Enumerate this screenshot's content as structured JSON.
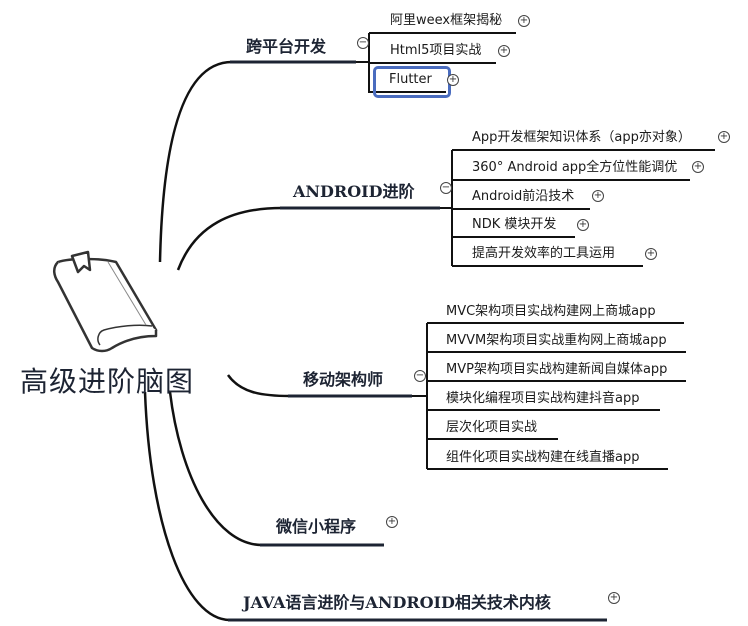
{
  "root": {
    "title": "高级进阶脑图",
    "icon": "book-icon"
  },
  "branches": [
    {
      "label": "跨平台开发",
      "state": "collapse",
      "children": [
        "阿里weex框架揭秘",
        "Html5项目实战",
        "Flutter"
      ]
    },
    {
      "label": "ANDROID进阶",
      "state": "collapse",
      "children": [
        "App开发框架知识体系（app亦对象）",
        "360° Android app全方位性能调优",
        "Android前沿技术",
        "NDK 模块开发",
        "提高开发效率的工具运用"
      ]
    },
    {
      "label": "移动架构师",
      "state": "collapse",
      "children": [
        "MVC架构项目实战构建网上商城app",
        "MVVM架构项目实战重构网上商城app",
        "MVP架构项目实战构建新闻自媒体app",
        "模块化编程项目实战构建抖音app",
        "层次化项目实战",
        "组件化项目实战构建在线直播app"
      ]
    },
    {
      "label": "微信小程序",
      "state": "expand",
      "children": []
    },
    {
      "label": "JAVA语言进阶与ANDROID相关技术内核",
      "state": "expand",
      "children": []
    }
  ],
  "selected": "Flutter",
  "colors": {
    "main_line": "#1d2433",
    "focus": "#4a6cbf"
  }
}
